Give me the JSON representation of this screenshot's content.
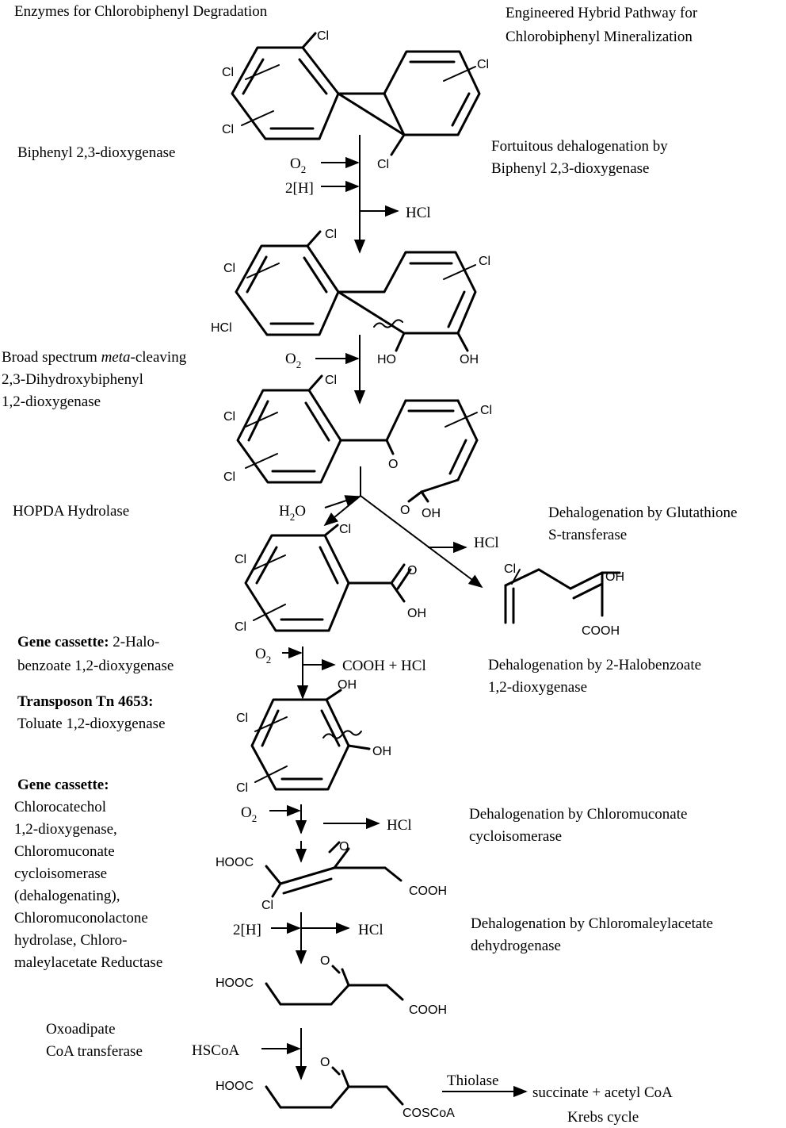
{
  "header": {
    "left_title": "Enzymes for Chlorobiphenyl Degradation",
    "right_title_line1": "Engineered Hybrid Pathway for",
    "right_title_line2": "Chlorobiphenyl Mineralization"
  },
  "left_enzymes": {
    "biphenyl_dioxygenase": "Biphenyl 2,3-dioxygenase",
    "meta_cleaving_line1": "Broad spectrum ",
    "meta_cleaving_italic": "meta",
    "meta_cleaving_line1_end": "-cleaving",
    "meta_cleaving_line2": "2,3-Dihydroxybiphenyl",
    "meta_cleaving_line3": "1,2-dioxygenase",
    "hopda": "HOPDA Hydrolase",
    "gene_cassette_bold": "Gene cassette:",
    "gene_cassette_text1": " 2-Halo-",
    "gene_cassette_text2": "benzoate 1,2-dioxygenase",
    "transposon_bold": "Transposon Tn 4653:",
    "transposon_text": "Toluate 1,2-dioxygenase",
    "cassette2_bold": "Gene cassette:",
    "cassette2_lines": [
      "Chlorocatechol",
      "1,2-dioxygenase,",
      "Chloromuconate",
      "cycloisomerase",
      "(dehalogenating),",
      "Chloromuconolactone",
      "hydrolase, Chloro-",
      "maleylacetate Reductase"
    ],
    "oxoadipate_line1": "Oxoadipate",
    "oxoadipate_line2": "CoA transferase"
  },
  "right_notes": {
    "fortuitous_line1": "Fortuitous dehalogenation by",
    "fortuitous_line2": "Biphenyl 2,3-dioxygenase",
    "gst_line1": "Dehalogenation by Glutathione",
    "gst_line2": "S-transferase",
    "halobenzoate_line1": "Dehalogenation by 2-Halobenzoate",
    "halobenzoate_line2": "1,2-dioxygenase",
    "chloromuconate_line1": "Dehalogenation by Chloromuconate",
    "chloromuconate_line2": "cycloisomerase",
    "chloromaleyl_line1": "Dehalogenation by Chloromaleylacetate",
    "chloromaleyl_line2": "dehydrogenase"
  },
  "reagents": {
    "o2_a": "O",
    "o2_sub": "2",
    "h2_a": "2[H]",
    "hcl": "HCl",
    "h2o_main": "H",
    "h2o_sub": "2",
    "h2o_end": "O",
    "cooh_hcl": "COOH + HCl",
    "hscoa": "HSCoA",
    "thiolase": "Thiolase",
    "products": "succinate + acetyl CoA",
    "krebs": "Krebs cycle"
  },
  "atoms": {
    "cl": "Cl",
    "hcl_ring": "HCl",
    "ho": "HO",
    "oh": "OH",
    "o": "O",
    "cooh": "COOH",
    "hooc": "HOOC",
    "coscoa": "COSCoA"
  }
}
